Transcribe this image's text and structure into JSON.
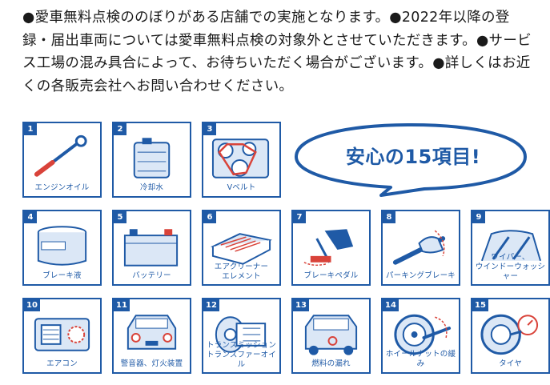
{
  "notes": [
    "●愛車無料点検ののぼりがある店舗での実施となります。",
    "●2022年以降の登録・届出車両については愛車無料点検の対象外とさせていただきます。",
    "●サービス工場の混み具合によって、お待ちいただく場合がございます。",
    "●詳しくはお近くの各販売会社へお問い合わせください。"
  ],
  "headline": "安心の15項目!",
  "items": [
    {
      "num": "1",
      "label": "エンジンオイル",
      "icon": "dipstick-icon"
    },
    {
      "num": "2",
      "label": "冷却水",
      "icon": "coolant-reservoir-icon"
    },
    {
      "num": "3",
      "label": "Vベルト",
      "icon": "v-belt-icon"
    },
    {
      "num": "4",
      "label": "ブレーキ液",
      "icon": "brake-fluid-icon"
    },
    {
      "num": "5",
      "label": "バッテリー",
      "icon": "battery-icon"
    },
    {
      "num": "6",
      "label": "エアクリーナー\nエレメント",
      "icon": "air-filter-icon"
    },
    {
      "num": "7",
      "label": "ブレーキペダル",
      "icon": "brake-pedal-icon"
    },
    {
      "num": "8",
      "label": "パーキングブレーキ",
      "icon": "parking-brake-icon"
    },
    {
      "num": "9",
      "label": "ワイパー、\nウインドーウォッシャー",
      "icon": "wiper-icon"
    },
    {
      "num": "10",
      "label": "エアコン",
      "icon": "air-vent-icon"
    },
    {
      "num": "11",
      "label": "警音器、灯火装置",
      "icon": "car-front-icon"
    },
    {
      "num": "12",
      "label": "トランスミッション\nトランスファーオイル",
      "icon": "transmission-icon"
    },
    {
      "num": "13",
      "label": "燃料の漏れ",
      "icon": "car-rear-icon"
    },
    {
      "num": "14",
      "label": "ホイールナットの緩み",
      "icon": "wheel-nut-icon"
    },
    {
      "num": "15",
      "label": "タイヤ",
      "icon": "tire-gauge-icon"
    }
  ],
  "colors": {
    "accent": "#1f5aa6",
    "light": "#dbe7f6",
    "red": "#d9433a"
  }
}
